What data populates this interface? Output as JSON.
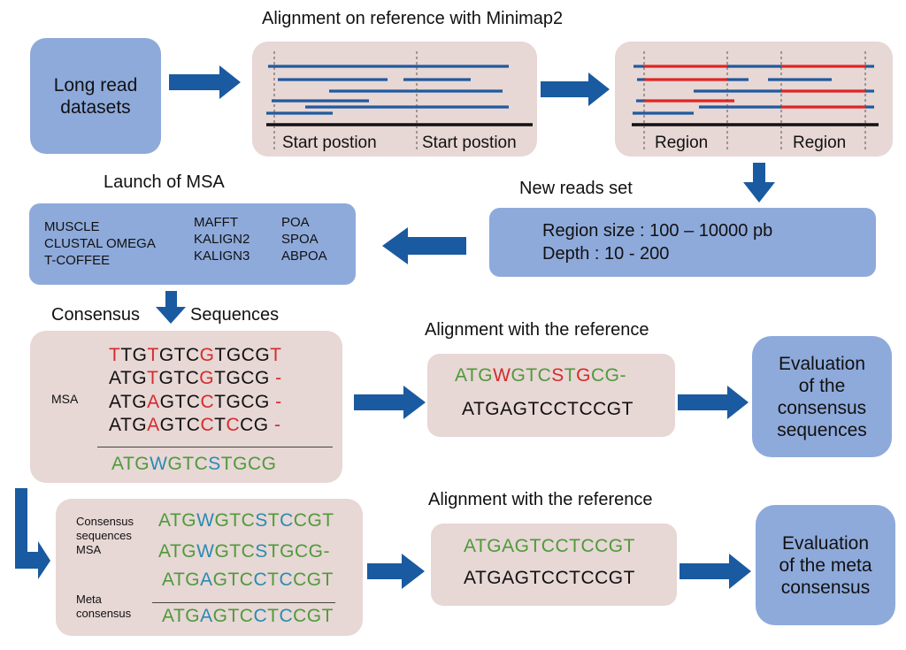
{
  "titles": {
    "alignment_minimap2": "Alignment on reference with Minimap2",
    "launch_msa": "Launch of MSA",
    "new_reads_set": "New reads set",
    "consensus": "Consensus",
    "sequences": "Sequences",
    "alignment_ref_1": "Alignment with the reference",
    "alignment_ref_2": "Alignment with the reference"
  },
  "long_read": {
    "line1": "Long read",
    "line2": "datasets"
  },
  "minimap_panel": {
    "label_left": "Start postion",
    "label_right": "Start postion"
  },
  "region_panel": {
    "label_left": "Region",
    "label_right": "Region"
  },
  "reads_box": {
    "line1": "Region size : 100 – 10000 pb",
    "line2": "Depth : 10 - 200"
  },
  "msa_tools": {
    "col1": [
      "MUSCLE",
      "CLUSTAL OMEGA",
      "T-COFFEE"
    ],
    "col2": [
      "MAFFT",
      "KALIGN2",
      "KALIGN3"
    ],
    "col3": [
      "POA",
      "SPOA",
      "ABPOA"
    ]
  },
  "msa_box": {
    "label": "MSA",
    "rows": [
      [
        [
          "T",
          "r"
        ],
        [
          "TG",
          ""
        ],
        [
          "T",
          "r"
        ],
        [
          "GTC",
          ""
        ],
        [
          "G",
          "r"
        ],
        [
          "TGCG",
          ""
        ],
        [
          "T",
          "r"
        ]
      ],
      [
        [
          "ATG",
          ""
        ],
        [
          "T",
          "r"
        ],
        [
          "GTC",
          ""
        ],
        [
          "G",
          "r"
        ],
        [
          "TGCG ",
          ""
        ],
        [
          "-",
          "r"
        ]
      ],
      [
        [
          "ATG",
          ""
        ],
        [
          "A",
          "r"
        ],
        [
          "GTC",
          ""
        ],
        [
          "C",
          "r"
        ],
        [
          "TGCG ",
          ""
        ],
        [
          "-",
          "r"
        ]
      ],
      [
        [
          "ATG",
          ""
        ],
        [
          "A",
          "r"
        ],
        [
          "GTC",
          ""
        ],
        [
          "C",
          "r"
        ],
        [
          "T",
          ""
        ],
        [
          "C",
          "r"
        ],
        [
          "CG ",
          ""
        ],
        [
          "-",
          "r"
        ]
      ]
    ],
    "consensus": [
      [
        "ATG",
        "g"
      ],
      [
        "W",
        "t"
      ],
      [
        "GTC",
        "g"
      ],
      [
        "S",
        "t"
      ],
      [
        "TGCG",
        "g"
      ]
    ]
  },
  "align1": {
    "top": [
      [
        "ATG",
        "g"
      ],
      [
        "W",
        "r"
      ],
      [
        "GTC",
        "g"
      ],
      [
        "S",
        "r"
      ],
      [
        "T",
        "g"
      ],
      [
        "G",
        "r"
      ],
      [
        "CG-",
        "g"
      ]
    ],
    "bottom": "ATGAGTCCTCCGT"
  },
  "eval1": {
    "line1": "Evaluation",
    "line2": "of the",
    "line3": "consensus",
    "line4": "sequences"
  },
  "meta_box": {
    "label_consensus": [
      "Consensus",
      "sequences",
      "MSA"
    ],
    "label_meta": [
      "Meta",
      "consensus"
    ],
    "rows": [
      [
        [
          "ATG",
          "g"
        ],
        [
          "W",
          "t"
        ],
        [
          "GTC",
          "g"
        ],
        [
          "S",
          "t"
        ],
        [
          "T",
          "g"
        ],
        [
          "C",
          "t"
        ],
        [
          "CGT",
          "g"
        ]
      ],
      [
        [
          "ATG",
          "g"
        ],
        [
          "W",
          "t"
        ],
        [
          "GTC",
          "g"
        ],
        [
          "S",
          "t"
        ],
        [
          "TGCG-",
          "g"
        ]
      ],
      [
        [
          "ATG",
          "g"
        ],
        [
          "A",
          "t"
        ],
        [
          "GTC",
          "g"
        ],
        [
          "C",
          "t"
        ],
        [
          "T",
          "g"
        ],
        [
          "C",
          "t"
        ],
        [
          "CGT",
          "g"
        ]
      ]
    ],
    "meta": [
      [
        "ATG",
        "g"
      ],
      [
        "A",
        "t"
      ],
      [
        "GTC",
        "g"
      ],
      [
        "C",
        "t"
      ],
      [
        "T",
        "g"
      ],
      [
        "C",
        "t"
      ],
      [
        "CGT",
        "g"
      ]
    ]
  },
  "align2": {
    "top": "ATGAGTCCTCCGT",
    "bottom": "ATGAGTCCTCCGT"
  },
  "eval2": {
    "line1": "Evaluation",
    "line2": "of the meta",
    "line3": "consensus"
  },
  "colors": {
    "arrow": "#1a5aa0",
    "blue_box": "#8eaadb",
    "pink_box": "#e7d7d5",
    "read": "#1f5a9e",
    "highlight": "#e02424"
  }
}
